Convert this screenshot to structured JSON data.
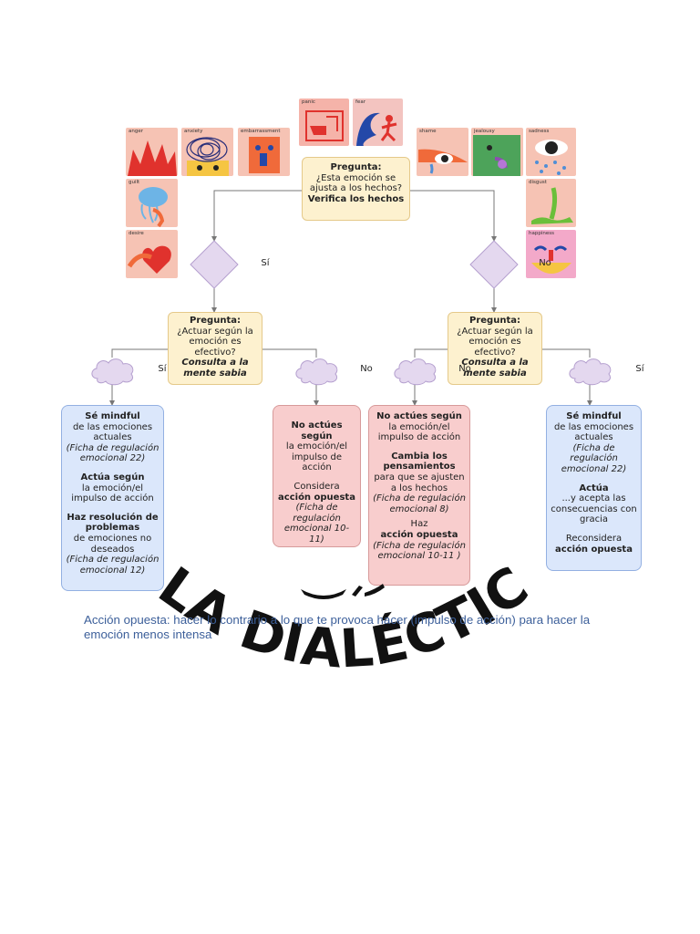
{
  "emotions": {
    "panic": "panic",
    "fear": "fear",
    "anger": "anger",
    "anxiety": "anxiety",
    "embarrassment": "embarrassment",
    "shame": "shame",
    "jealousy": "jealousy",
    "sadness": "sadness",
    "guilt": "guilt",
    "disgust": "disgust",
    "desire": "desire",
    "happiness": "happiness"
  },
  "top_question": {
    "head": "Pregunta:",
    "body": "¿Esta emoción se ajusta a los hechos?",
    "action": "Verifica los hechos"
  },
  "diamonds": {
    "left": "Sí",
    "right": "No"
  },
  "second_question": {
    "head": "Pregunta:",
    "body": "¿Actuar según la emoción es efectivo?",
    "action": "Consulta a la mente sabia"
  },
  "clouds": {
    "left_yes": "Sí",
    "left_no": "No",
    "right_no": "No",
    "right_yes": "Sí"
  },
  "box_left_blue": {
    "l1_b": "Sé mindful",
    "l1_n": "de las emociones actuales",
    "l1_i": "(Ficha de regulación emocional 22)",
    "l2_b": "Actúa según",
    "l2_n": "la emoción/el impulso de acción",
    "l3_b": "Haz resolución de problemas",
    "l3_n": "de emociones no deseados",
    "l3_i": "(Ficha de regulación emocional 12)"
  },
  "box_left_pink": {
    "l1_b": "No actúes según",
    "l1_n": "la emoción/el impulso de acción",
    "l2_n": "Considera",
    "l2_b": "acción opuesta",
    "l2_i": "(Ficha de regulación emocional 10-11)"
  },
  "box_right_pink": {
    "l1_b": "No actúes según",
    "l1_n": "la emoción/el impulso de acción",
    "l2_b": "Cambia los pensamientos",
    "l2_n": "para que se ajusten a los hechos",
    "l2_i": "(Ficha de regulación emocional 8)",
    "l3_n": "Haz",
    "l3_b": "acción opuesta",
    "l3_i": "(Ficha de regulación emocional 10-11 )"
  },
  "box_right_blue": {
    "l1_b": "Sé mindful",
    "l1_n": "de las emociones actuales",
    "l1_i": "(Ficha de regulación emocional 22)",
    "l2_b": "Actúa",
    "l2_n": "...y acepta las consecuencias con gracia",
    "l3_n": "Reconsidera",
    "l3_b": "acción opuesta"
  },
  "watermark": "LA DIALÉCTIC",
  "caption": "Acción opuesta: hacer lo contrario a lo que te provoca hacer (impulso de acción) para hacer la emoción menos intensa",
  "colors": {
    "question_fill": "#fdf1cf",
    "blue_fill": "#dbe7fb",
    "pink_fill": "#f8cdcd",
    "diamond_fill": "#e4d8ef",
    "cloud_fill": "#e4d8ef",
    "caption": "#3c5f9a"
  }
}
